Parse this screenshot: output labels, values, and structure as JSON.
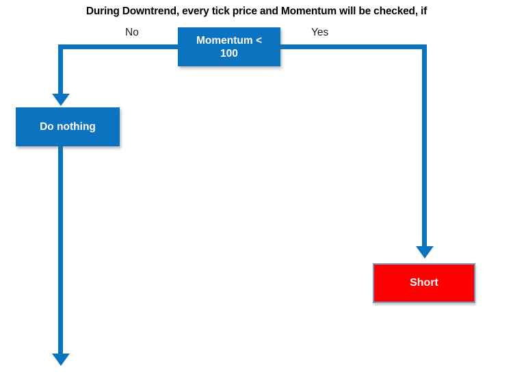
{
  "title": "During Downtrend, every tick price and Momentum will be checked, if",
  "colors": {
    "flow_blue": "#0b73bf",
    "short_red": "#fe0000",
    "short_border": "#7b97b8"
  },
  "flowchart": {
    "decision": {
      "label": "Momentum < 100",
      "line1": "Momentum <",
      "line2": "100"
    },
    "edges": [
      {
        "label": "No",
        "from": "Momentum < 100",
        "to": "Do nothing"
      },
      {
        "label": "Yes",
        "from": "Momentum < 100",
        "to": "Short"
      }
    ],
    "nodes": {
      "do_nothing": {
        "label": "Do nothing"
      },
      "short": {
        "label": "Short"
      }
    }
  }
}
